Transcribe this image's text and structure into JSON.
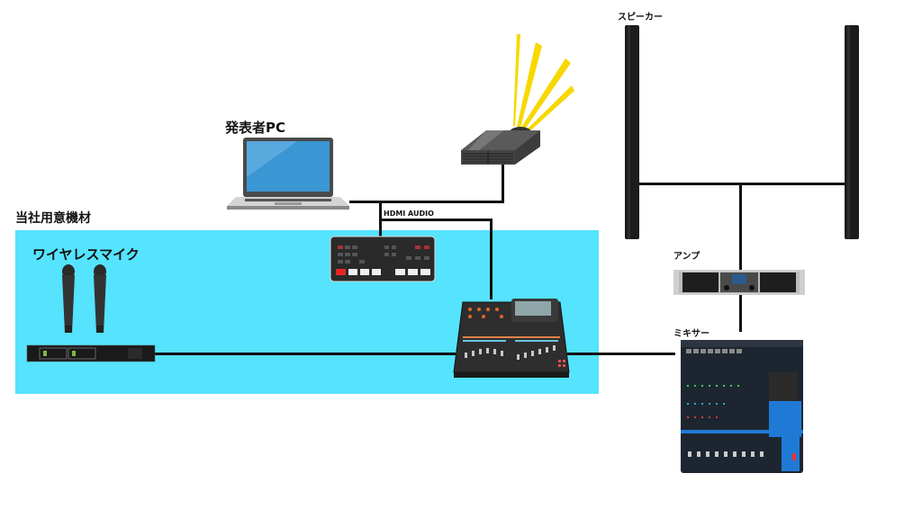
{
  "diagram": {
    "title": "会場音響・映像 接続図",
    "zone": {
      "label": "当社用意機材",
      "color": "#55e3fd"
    },
    "devices": {
      "presenter_pc": {
        "label": "発表者PC"
      },
      "projector": {
        "label": ""
      },
      "video_switcher": {
        "label": ""
      },
      "wireless_mic": {
        "label": "ワイヤレスマイク",
        "count": 2
      },
      "digital_mixer": {
        "label": ""
      },
      "speakers": {
        "label": "スピーカー",
        "count": 2
      },
      "amplifier": {
        "label": "アンプ"
      },
      "analog_mixer": {
        "label": "ミキサー"
      }
    },
    "connections": [
      {
        "from": "presenter_pc",
        "to": "projector",
        "label": ""
      },
      {
        "from": "presenter_pc",
        "to": "video_switcher",
        "label": ""
      },
      {
        "from": "video_switcher",
        "to": "digital_mixer",
        "label": "HDMI AUDIO"
      },
      {
        "from": "wireless_mic",
        "to": "digital_mixer",
        "label": ""
      },
      {
        "from": "digital_mixer",
        "to": "analog_mixer",
        "label": ""
      },
      {
        "from": "analog_mixer",
        "to": "amplifier",
        "label": ""
      },
      {
        "from": "amplifier",
        "to": "speakers",
        "label": ""
      }
    ],
    "colors": {
      "zone": "#55e3fd",
      "cable": "#111111",
      "laptop_screen": "#3a97d4",
      "projector_beam": "#f7d800"
    }
  }
}
